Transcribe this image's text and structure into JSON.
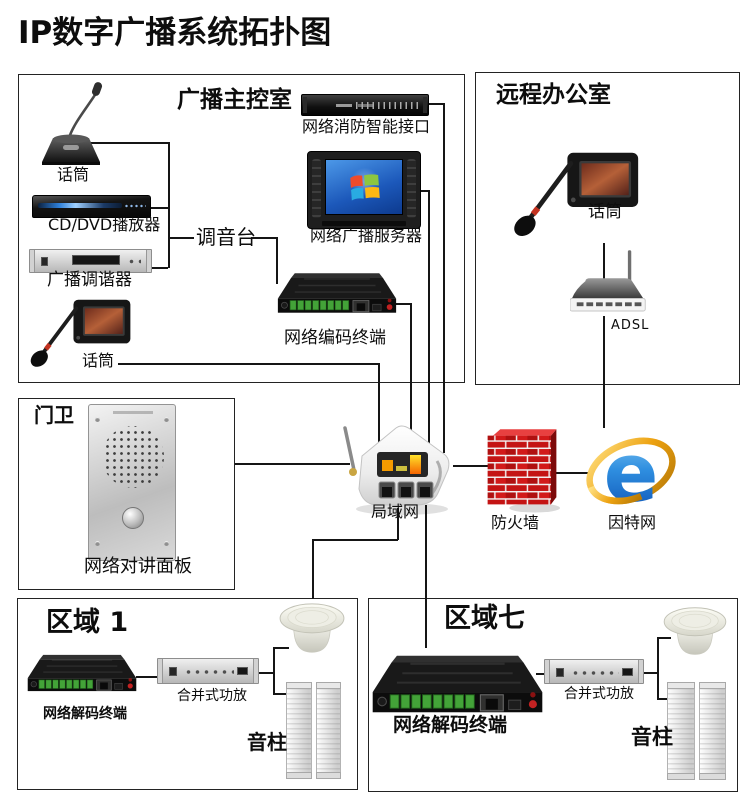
{
  "title": "IP数字广播系统拓扑图",
  "control_room": {
    "title": "广播主控室",
    "mic_top": "话筒",
    "cd_dvd": "CD/DVD播放器",
    "tuner": "广播调谐器",
    "mixer": "调音台",
    "fire_interface": "网络消防智能接口",
    "server": "网络广播服务器",
    "encoder": "网络编码终端",
    "mic_bottom": "话筒"
  },
  "remote_office": {
    "title": "远程办公室",
    "mic": "话筒",
    "adsl": "ADSL"
  },
  "gate": {
    "title": "门卫",
    "intercom": "网络对讲面板"
  },
  "core": {
    "lan": "局域网",
    "firewall": "防火墙",
    "internet": "因特网"
  },
  "zone1": {
    "title": "区域 1",
    "decoder": "网络解码终端",
    "amp": "合并式功放",
    "column": "音柱"
  },
  "zone7": {
    "title": "区域七",
    "decoder": "网络解码终端",
    "amp": "合并式功放",
    "column": "音柱"
  },
  "colors": {
    "line": "#151515",
    "brick_red": "#c41414",
    "ie_blue": "#2f8fe0",
    "gold_ring": "#eda211",
    "windows_screen_blue": "#1e63c8",
    "terminal_green": "#45a43c",
    "led_orange": "#f59b00"
  }
}
